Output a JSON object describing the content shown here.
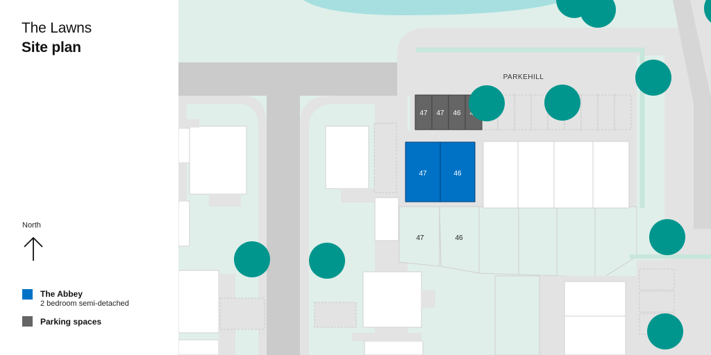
{
  "development": {
    "name": "The Lawns",
    "subtitle": "Site plan"
  },
  "compass": {
    "label": "North"
  },
  "legend": {
    "items": [
      {
        "title": "The Abbey",
        "subtitle": "2 bedroom semi-detached",
        "color": "#0072c6"
      },
      {
        "title": "Parking spaces",
        "subtitle": "",
        "color": "#656565"
      }
    ]
  },
  "map": {
    "street_label": "PARKEHILL",
    "colors": {
      "grass": "#e0efea",
      "road": "#cbcbcb",
      "paving": "#e3e3e3",
      "building": "#ffffff",
      "tree": "#00968e",
      "water": "#a7dfe0",
      "hedge": "#c7e6dc",
      "highlight": "#0072c6",
      "parking": "#656565"
    },
    "parking_numbers": [
      "47",
      "47",
      "46",
      "46"
    ],
    "house_numbers": [
      "47",
      "46"
    ],
    "garden_numbers": [
      "47",
      "46"
    ]
  }
}
